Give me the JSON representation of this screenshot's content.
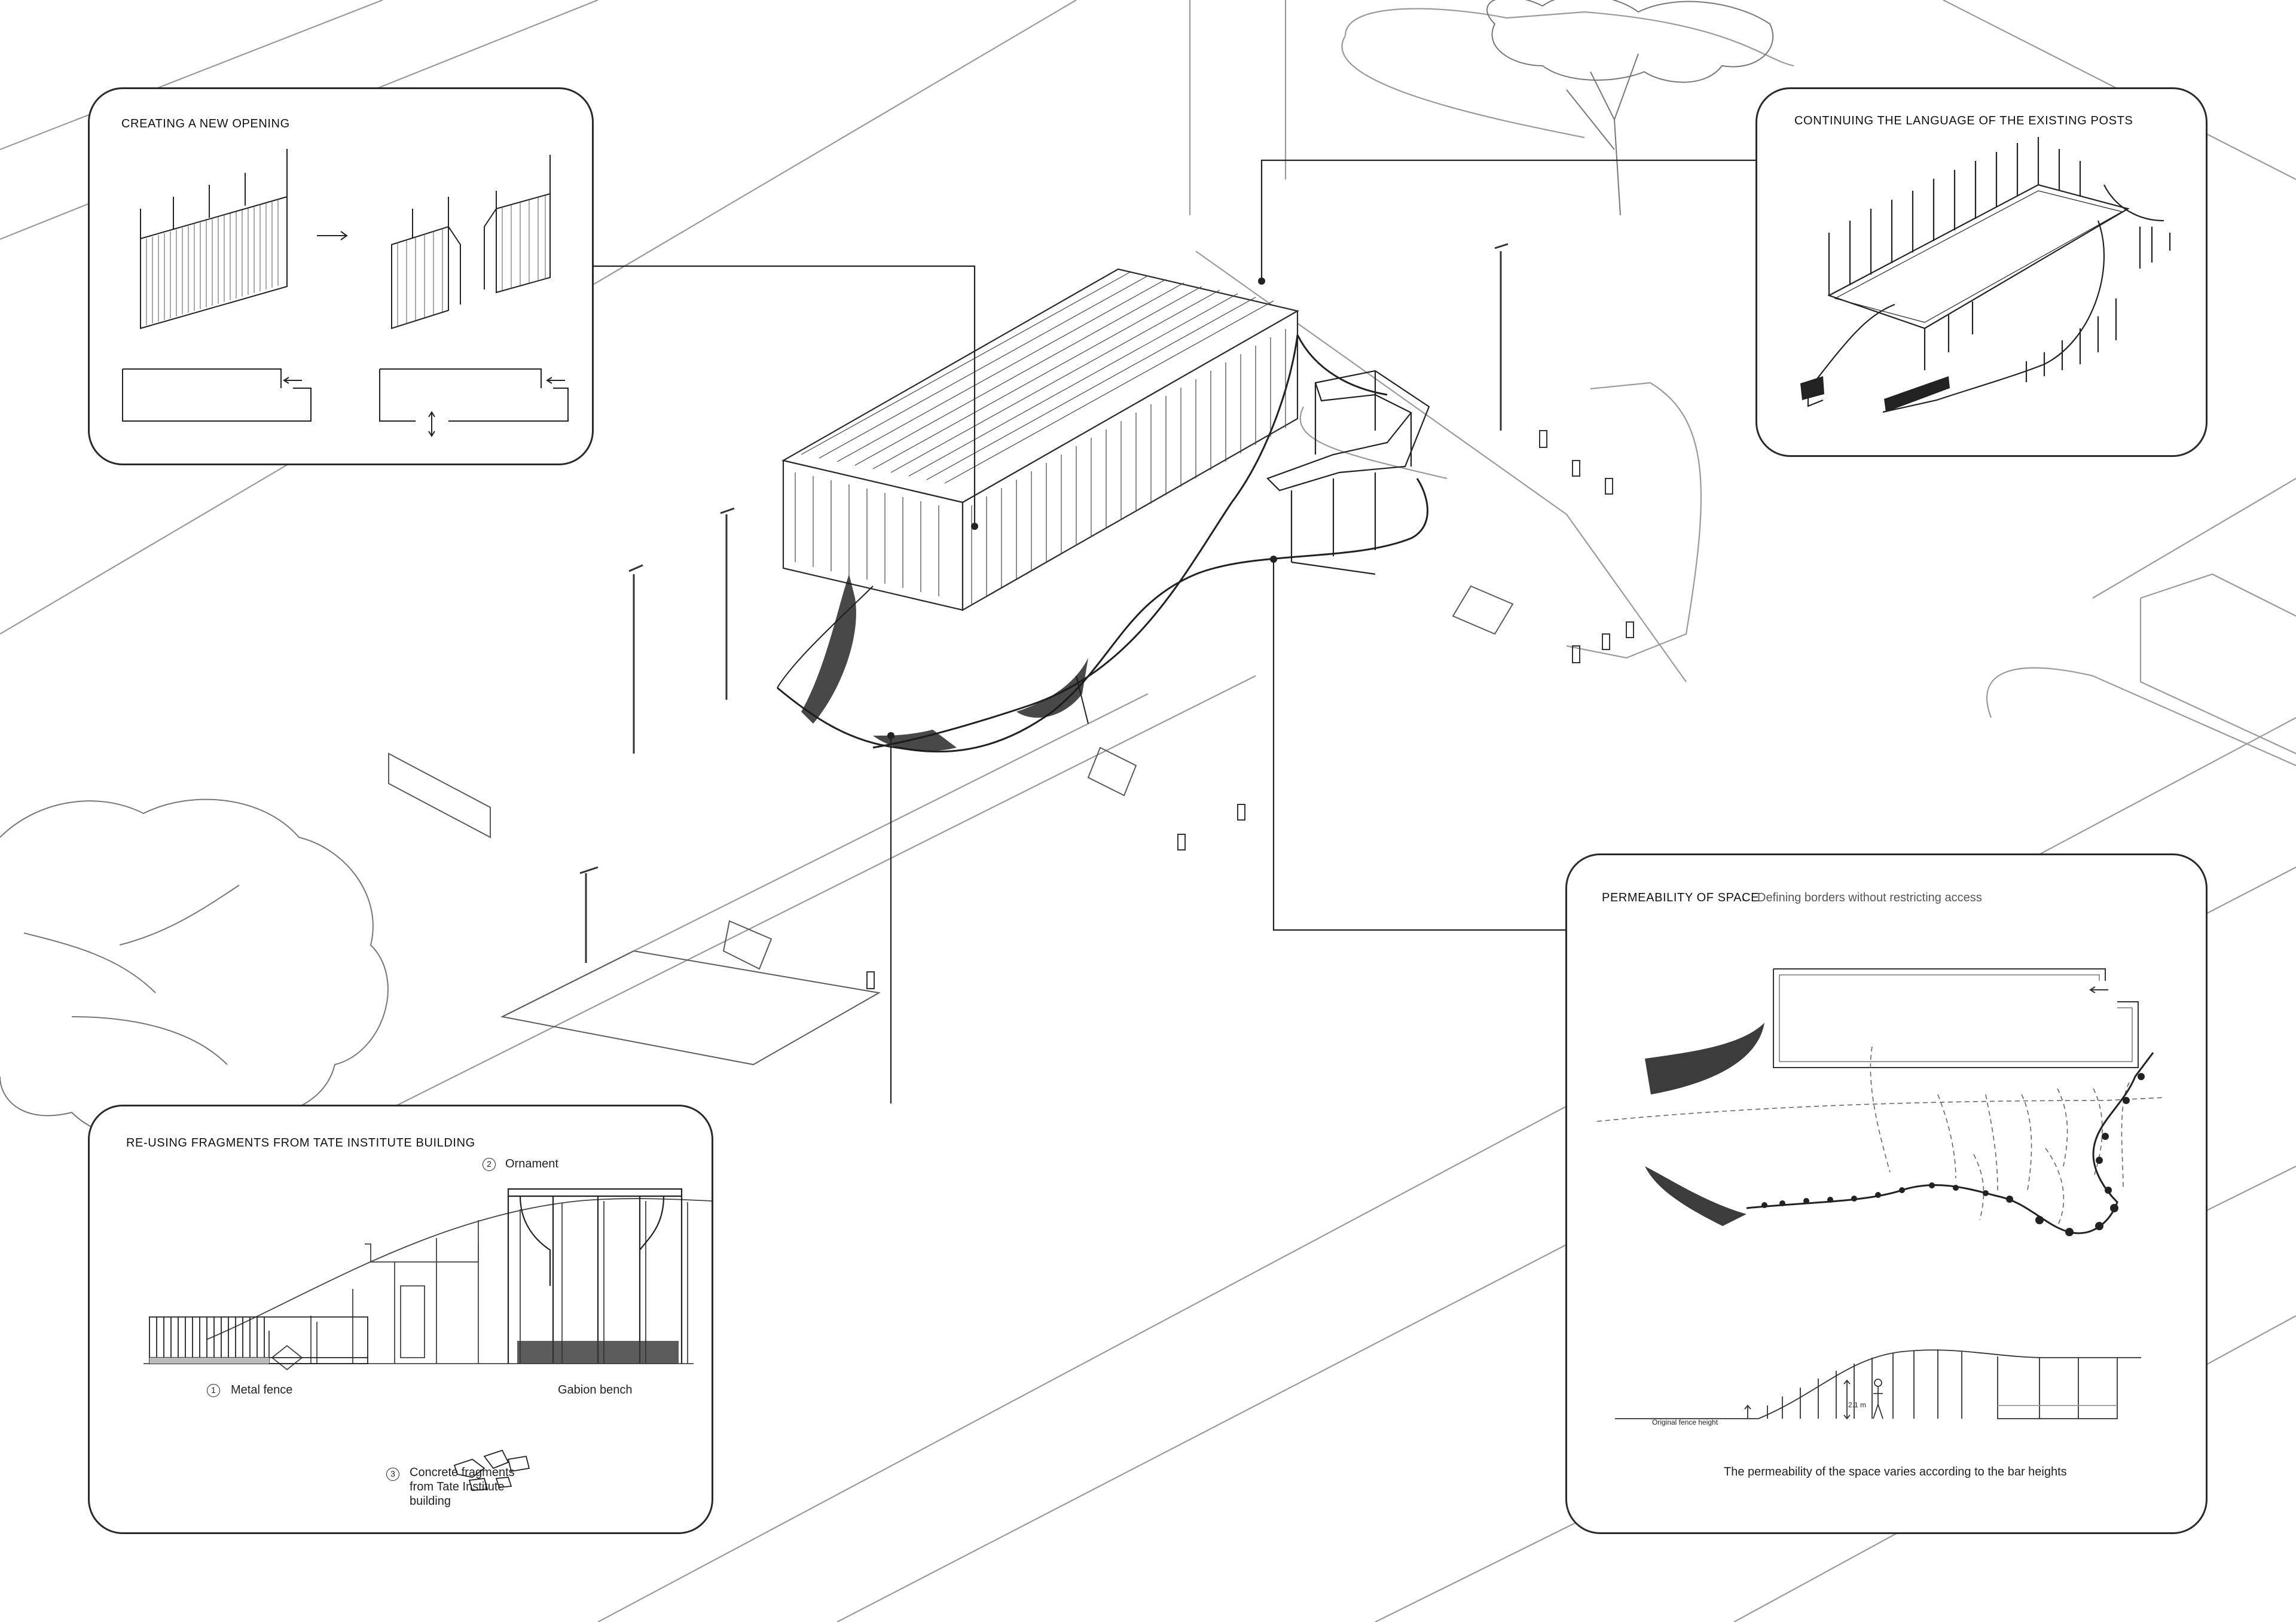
{
  "panels": {
    "opening": {
      "title": "CREATING A NEW OPENING"
    },
    "posts": {
      "title": "CONTINUING THE LANGUAGE OF THE EXISTING POSTS"
    },
    "permeability": {
      "title": "PERMEABILITY OF SPACE",
      "separator": ":",
      "subtitle": "Defining borders without restricting access",
      "fence_label": "Original fence height",
      "height_label": "2.1 m",
      "caption": "The permeability of the space varies according to the bar heights"
    },
    "fragments": {
      "title": "RE-USING FRAGMENTS FROM TATE INSTITUTE BUILDING",
      "items": [
        {
          "num": "1",
          "label": "Metal fence"
        },
        {
          "num": "2",
          "label": "Ornament"
        },
        {
          "num": "",
          "label": "Gabion bench"
        },
        {
          "num": "3",
          "label": "Concrete fragments from Tate Institute building"
        }
      ]
    }
  },
  "colors": {
    "line": "#2a2a2a",
    "light_line": "#9a9a9a",
    "background": "#ffffff"
  },
  "icons": [
    "tree-icon",
    "lamp-post-icon",
    "human-figure-icon",
    "arrow-icon"
  ]
}
